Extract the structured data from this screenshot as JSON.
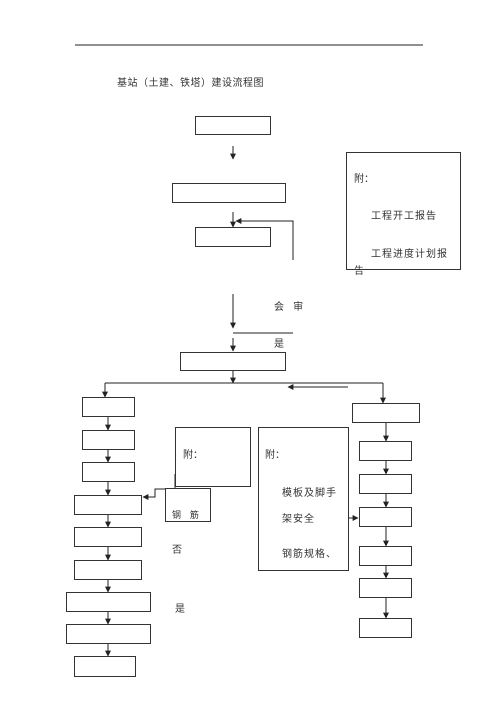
{
  "diagram": {
    "title": "基站（土建、铁塔）建设流程图",
    "annex_top": {
      "label": "附：",
      "item1": "工程开工报告",
      "item2": "工程进度计划报",
      "item2_overflow": "告"
    },
    "review_label": "会 审",
    "yes_label_1": "是",
    "annex_mid": {
      "label": "附："
    },
    "annex_right": {
      "label": "附：",
      "line1": "模板及脚手",
      "line2": "架安全",
      "line3": "钢筋规格、"
    },
    "rebar_label": "钢 筋",
    "no_label": "否",
    "yes_label_2": "是"
  }
}
